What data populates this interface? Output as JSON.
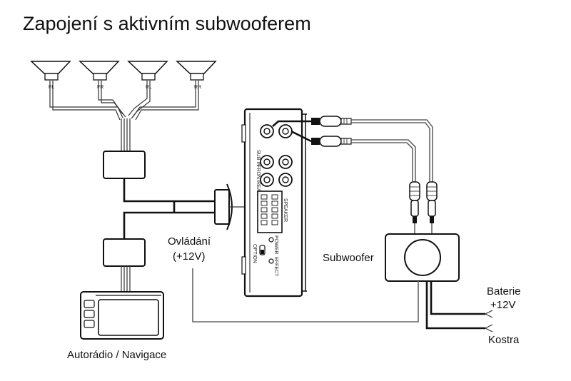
{
  "title": "Zapojení s aktivním subwooferem",
  "speakers": [
    "FL",
    "FR",
    "RL",
    "RR"
  ],
  "labels": {
    "control": "Ovládání",
    "control_voltage": "(+12V)",
    "subwoofer": "Subwoofer",
    "battery": "Baterie",
    "battery_voltage": "+12V",
    "ground": "Kostra",
    "head_unit": "Autorádio / Navigace"
  },
  "amp_panel": {
    "sub_in": "SUB IN",
    "front": "FRONT",
    "rear": "REAR",
    "speaker": "SPEAKER",
    "power": "POWER",
    "option": "OPTION",
    "effect": "EFFECT"
  }
}
